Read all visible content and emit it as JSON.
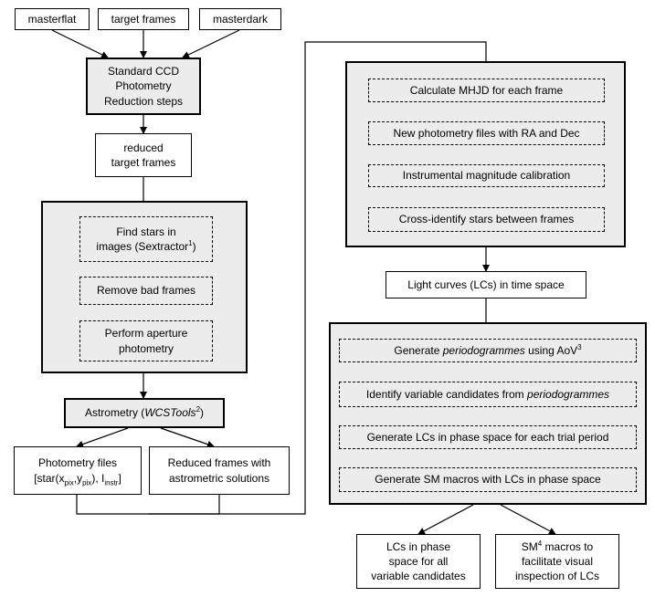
{
  "inputs": {
    "masterflat": "masterflat",
    "target_frames": "target frames",
    "masterdark": "masterdark"
  },
  "ccd_steps": [
    "Standard CCD",
    "Photometry",
    "Reduction steps"
  ],
  "reduced": [
    "reduced",
    "target frames"
  ],
  "sextractor_panel": {
    "find_stars_line1": "Find stars in",
    "find_stars_line2": "images (Sextractor",
    "find_stars_sup": "1",
    "find_stars_close": ")",
    "remove_bad": "Remove bad frames",
    "aperture_line1": "Perform aperture",
    "aperture_line2": "photometry"
  },
  "astrometry": {
    "prefix": "Astrometry (",
    "tool": "WCSTools",
    "sup": "2",
    "suffix": ")"
  },
  "photometry_files": {
    "line1": "Photometry files",
    "open": "[star(x",
    "sub_pix1": "pix",
    "comma": ",y",
    "sub_pix2": "pix",
    "mid": "), I",
    "sub_instr": "instr",
    "close": "]"
  },
  "reduced_astrometric": [
    "Reduced frames with",
    "astrometric solutions"
  ],
  "time_panel": {
    "mhjd": "Calculate MHJD for each frame",
    "ra_dec": "New photometry files with RA and Dec",
    "calibration": "Instrumental magnitude calibration",
    "cross_identify": "Cross-identify stars between frames"
  },
  "light_curves": "Light curves (LCs) in time space",
  "period_panel": {
    "generate_prefix": "Generate ",
    "periodogrammes_1": "periodogrammes",
    "using": " using AoV",
    "aov_sup": "3",
    "identify_prefix": "Identify variable candidates from ",
    "periodogrammes_2": "periodogrammes",
    "phase_lcs": "Generate LCs in phase space for each trial period",
    "sm_macros": "Generate SM macros with LCs in phase space"
  },
  "outputs": {
    "lcs_phase": [
      "LCs in phase",
      "space for all",
      "variable candidates"
    ],
    "sm_prefix": "SM",
    "sm_sup": "4",
    "sm_line1_rest": " macros to",
    "sm_line2": "facilitate visual",
    "sm_line3": "inspection of LCs"
  }
}
